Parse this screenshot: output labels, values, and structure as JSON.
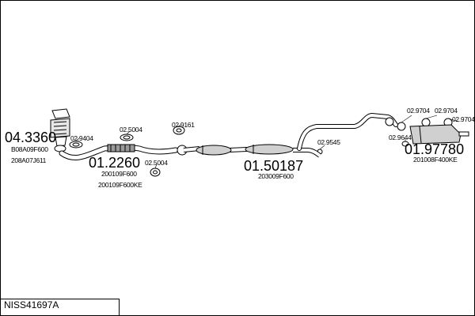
{
  "kit_code": "NISS41697A",
  "groups": {
    "front_cat": {
      "number": "04.3360",
      "refs": [
        "B08A09F600",
        "208A07J611"
      ]
    },
    "front_pipe": {
      "number": "01.2260",
      "refs": [
        "200109F600",
        "200109F600KE"
      ]
    },
    "middle": {
      "number": "01.50187",
      "refs": [
        "203009F600"
      ]
    },
    "rear": {
      "number": "01.97780",
      "refs": [
        "201008F400KE"
      ]
    }
  },
  "parts": {
    "gasket_front": "02.9404",
    "gasket_flex": "02.5004",
    "gasket_flange": "02.9161",
    "mount_front": "02.5004",
    "clamp_mid": "02.9545",
    "hanger_rear_1": "02.9704",
    "hanger_rear_2": "02.9704",
    "hanger_rear_3": "02.9704",
    "gasket_rear": "02.9644"
  }
}
